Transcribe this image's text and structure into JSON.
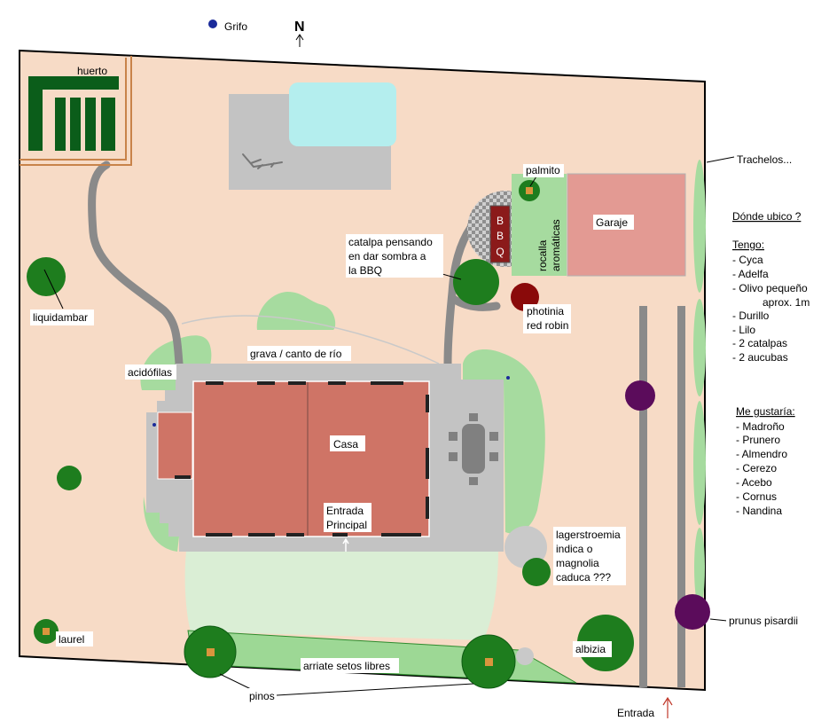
{
  "compass": {
    "letter": "N"
  },
  "tap": {
    "label": "Grifo"
  },
  "areas": {
    "huerto": "huerto",
    "bbq": [
      "B",
      "B",
      "Q"
    ],
    "rocalla": [
      "rocalla",
      "aromáticas"
    ],
    "garaje": "Garaje",
    "grava": "grava / canto de río",
    "acidofilas": "acidófilas",
    "casa": "Casa",
    "main_entrance": [
      "Entrada",
      "Principal"
    ],
    "arriate": "arriate setos libres"
  },
  "plants": {
    "trachelos": "Trachelos...",
    "palmito": "palmito",
    "catalpa_note": [
      "catalpa pensando",
      "en dar sombra a",
      "la BBQ"
    ],
    "photinia": [
      "photinia",
      "red robin"
    ],
    "liquidambar": "liquidambar",
    "lagerstroemia_note": [
      "lagerstroemia",
      "indica o",
      "magnolia",
      "caduca ???"
    ],
    "laurel": "laurel",
    "albizia": "albizia",
    "prunus": "prunus pisardii",
    "pinos": "pinos"
  },
  "sidebar": {
    "question": "Dónde ubico ?",
    "have_title": "Tengo:",
    "have": [
      "- Cyca",
      "- Adelfa",
      "- Olivo pequeño",
      "aprox. 1m",
      "- Durillo",
      "- Lilo",
      "- 2 catalpas",
      "- 2 aucubas"
    ],
    "want_title": "Me gustaría:",
    "want": [
      "- Madroño",
      "- Prunero",
      "- Almendro",
      "- Cerezo",
      "- Acebo",
      "- Cornus",
      "- Nandina"
    ]
  },
  "entrance": {
    "label": "Entrada"
  },
  "colors": {
    "property": "#F7DBC6",
    "lawn": "#DAEED5",
    "shrub_light": "#A6DB9F",
    "hedge_strip": "#9DD895",
    "tree_green": "#1E7D1E",
    "huerto_green": "#0B5D1A",
    "fence_brown": "#C8834A",
    "path_gray": "#8A8A8A",
    "paving_gray": "#C3C3C3",
    "pool": "#B4EEEE",
    "house_red": "#CF7466",
    "garage": "#E39A93",
    "bbq": "#8B1A1A",
    "photinia": "#8A0A0A",
    "prunus_purple": "#5B0C5B",
    "trunk_orange": "#D9953D",
    "accent_red": "#C0392B",
    "tap_blue": "#1A2A9A"
  }
}
